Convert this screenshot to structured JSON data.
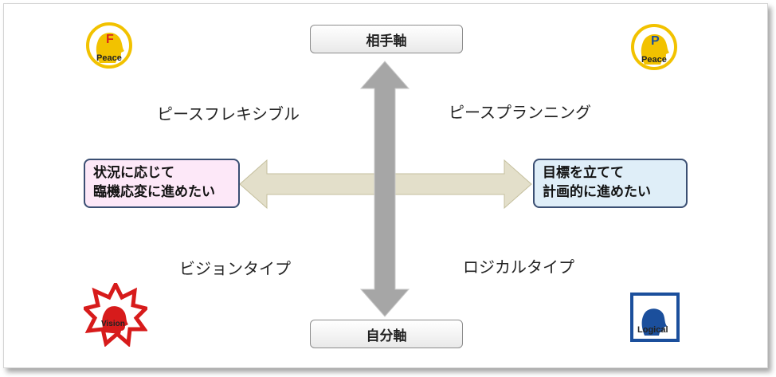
{
  "axes": {
    "top": "相手軸",
    "bottom": "自分軸"
  },
  "quadrants": {
    "top_left": "ピースフレキシブル",
    "top_right": "ピースプランニング",
    "bottom_left": "ビジョンタイプ",
    "bottom_right": "ロジカルタイプ"
  },
  "notes": {
    "left": [
      "状況に応じて",
      "臨機応変に進めたい"
    ],
    "right": [
      "目標を立てて",
      "計画的に進めたい"
    ]
  },
  "icons": {
    "top_left": {
      "name": "peace-f-icon",
      "letter": "F",
      "caption": "Peace",
      "color": "#f2c200",
      "letter_color": "#d8261e"
    },
    "top_right": {
      "name": "peace-p-icon",
      "letter": "P",
      "caption": "Peace",
      "color": "#f2c200",
      "letter_color": "#1b4f9c"
    },
    "bottom_left": {
      "name": "vision-icon",
      "caption": "Vision",
      "color": "#d71b1b"
    },
    "bottom_right": {
      "name": "logical-icon",
      "caption": "Logical",
      "color": "#1b4f9c"
    }
  }
}
